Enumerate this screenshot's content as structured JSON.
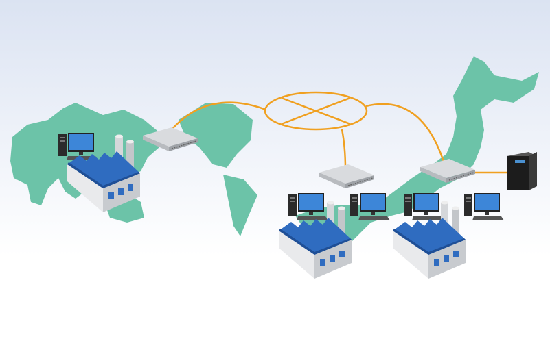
{
  "diagram": {
    "description_hidden": false,
    "colors": {
      "background_top": "#dfe6f3",
      "background_bottom": "#ffffff",
      "map": "#6cc3a8",
      "link": "#f0a020",
      "roof": "#2f6cc0",
      "switch": "#c9ccd0",
      "server": "#1a1a1a"
    },
    "counts": {
      "factories": 3,
      "switches": 3,
      "pcs": 5,
      "servers": 1
    }
  }
}
